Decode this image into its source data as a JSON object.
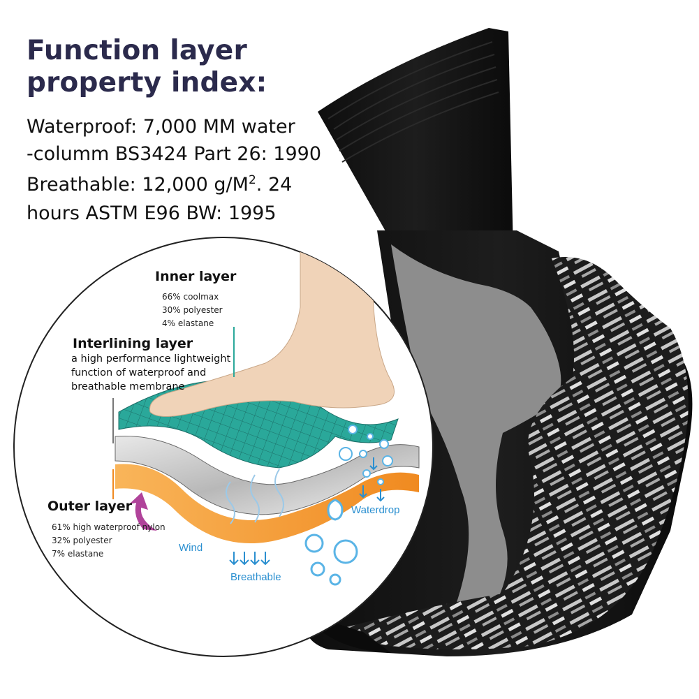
{
  "heading": {
    "line1": "Function layer",
    "line2": "property index:"
  },
  "specs": {
    "waterproof_label": "Waterproof:",
    "waterproof_value": " 7,000 MM water",
    "waterproof_line2": "-columm BS3424 Part 26: 1990",
    "breathable_label": "Breathable:",
    "breathable_value": " 12,000 g/M",
    "breathable_sup": "2",
    "breathable_after": ". 24",
    "breathable_line2": "hours ASTM E96 BW: 1995"
  },
  "inner_layer": {
    "title": "Inner layer",
    "items": [
      "66% coolmax",
      "30% polyester",
      "4% elastane"
    ]
  },
  "interlining_layer": {
    "title": "Interlining layer",
    "lines": [
      "a high performance lightweight",
      "function of waterproof and",
      "breathable membrane"
    ]
  },
  "outer_layer": {
    "title": "Outer layer",
    "items": [
      "61% high waterproof nylon",
      "32% polyester",
      "7% elastane"
    ]
  },
  "labels": {
    "wind": "Wind",
    "breathable": "Breathable",
    "waterdrop": "Waterdrop"
  },
  "colors": {
    "heading": "#2b2a4c",
    "sock_black": "#151515",
    "sock_grey": "#9a9a9a",
    "inner_layer_teal": "#2aa89a",
    "outer_layer_orange": "#f5a640",
    "membrane_silver": "#c8c8c8",
    "accent_blue": "#2a8fd0",
    "wind_arrow": "#b0439a",
    "skin": "#f0d3b8"
  },
  "icons": [
    "wind-arrow-icon",
    "breathable-arrows-icon",
    "waterdrop-icon",
    "bubbles-icon"
  ]
}
